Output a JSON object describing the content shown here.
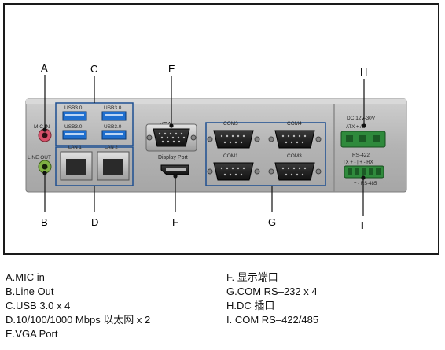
{
  "callouts": {
    "a": "A",
    "b": "B",
    "c": "C",
    "d": "D",
    "e": "E",
    "f": "F",
    "g": "G",
    "h": "H",
    "i": "I"
  },
  "panel_labels": {
    "mic_in": "MIC IN",
    "line_out": "LINE OUT",
    "usb": [
      "USB3.0",
      "USB3.0",
      "USB3.0",
      "USB3.0"
    ],
    "lan": [
      "LAN 1",
      "LAN 2"
    ],
    "vga": "VGA",
    "display_port": "Display Port",
    "com": [
      "COM3",
      "COM4",
      "COM1",
      "COM3"
    ],
    "dc_title": "DC 12V-30V",
    "dc_pins": "ATX  +  AT",
    "rs422_title": "RS-422",
    "rs422_pins": "TX + - | + - RX",
    "rs485_title": "+ -   RS-485"
  },
  "legend": {
    "left": [
      "A.MIC in",
      "B.Line Out",
      "C.USB 3.0 x 4",
      "D.10/100/1000 Mbps 以太网 x 2",
      "E.VGA Port"
    ],
    "right": [
      "F. 显示端口",
      "G.COM RS–232 x 4",
      "H.DC 插口",
      "I. COM RS–422/485"
    ]
  },
  "colors": {
    "panel": "#b9b9b9",
    "panel_edge": "#8a8a8a",
    "highlight_box": "#1d4f91",
    "usb_blue": "#1f6fcf",
    "terminal_green": "#2f8a3c",
    "mic_pink": "#d7506a",
    "line_green": "#7fb043"
  }
}
